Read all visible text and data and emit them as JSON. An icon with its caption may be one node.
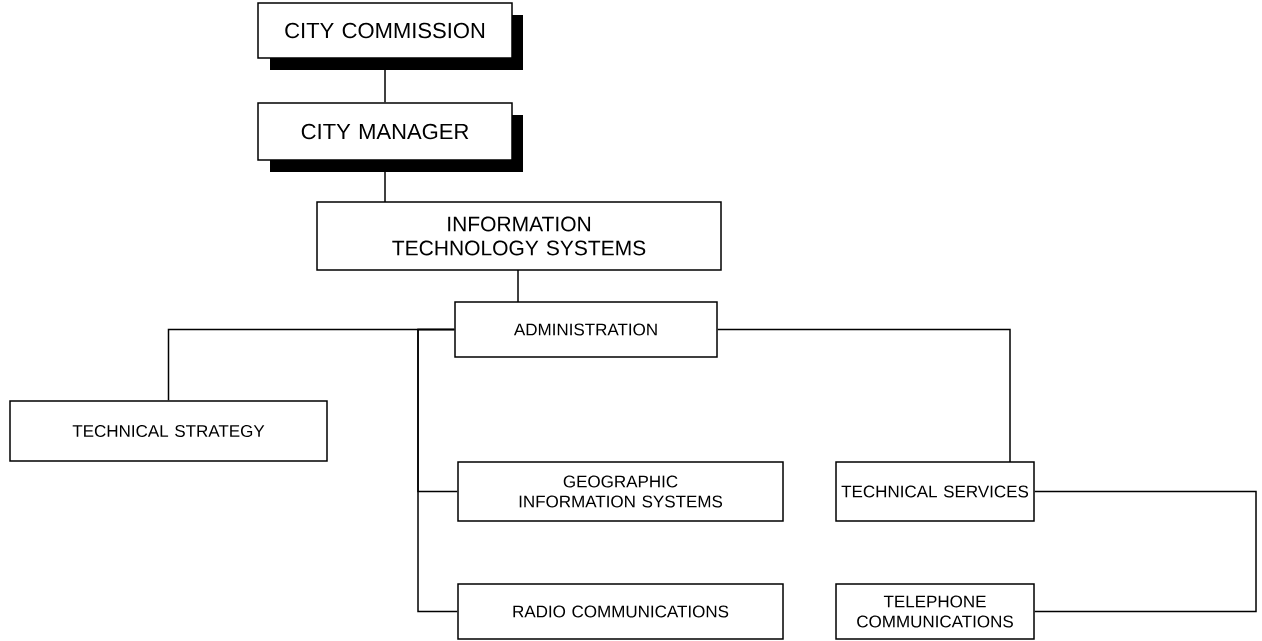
{
  "diagram": {
    "nodes": [
      {
        "text": [
          "CITY COMMISSION"
        ]
      },
      {
        "text": [
          "CITY MANAGER"
        ]
      },
      {
        "text": [
          "INFORMATION TECHNOLOGY SYSTEMS"
        ]
      },
      {
        "text": [
          "ADMINISTRATION"
        ]
      },
      {
        "text": [
          "TECHNICAL STRATEGY"
        ]
      },
      {
        "text": [
          "GEOGRAPHIC INFORMATION SYSTEMS"
        ]
      },
      {
        "text": [
          "TECHNICAL SERVICES"
        ]
      },
      {
        "text": [
          "RADIO COMMUNICATIONS"
        ]
      },
      {
        "text": [
          "TELEPHONE COMMUNICATIONS"
        ]
      }
    ],
    "edges": [
      {
        "from": 0,
        "to": 1,
        "arrow": "none"
      },
      {
        "from": 1,
        "to": 2,
        "arrow": "none"
      },
      {
        "from": 2,
        "to": 3,
        "arrow": "none"
      },
      {
        "from": 3,
        "to": 4,
        "arrow": "none"
      },
      {
        "from": 3,
        "to": 5,
        "arrow": "none"
      },
      {
        "from": 3,
        "to": 6,
        "arrow": "none"
      },
      {
        "from": 3,
        "to": 7,
        "arrow": "none"
      },
      {
        "from": 6,
        "to": 8,
        "arrow": "none"
      }
    ]
  }
}
